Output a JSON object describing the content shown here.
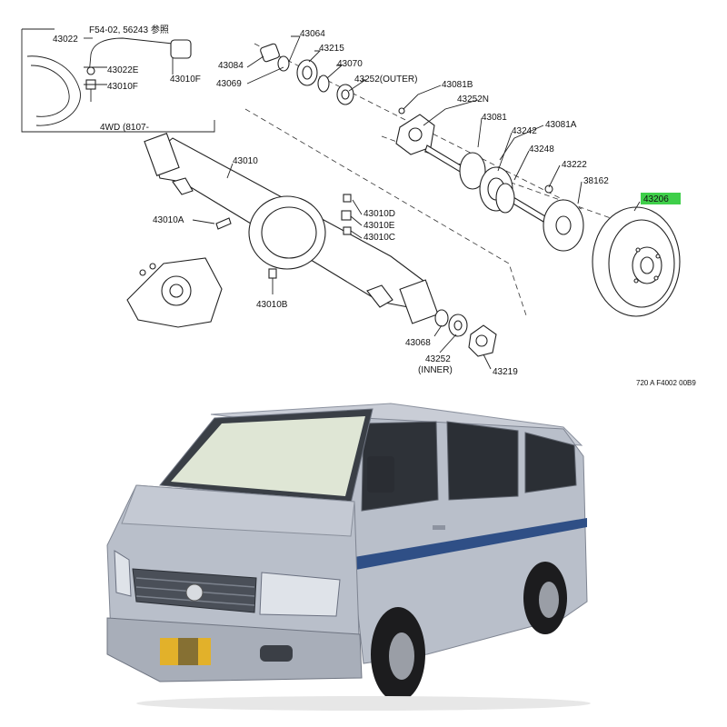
{
  "diagram": {
    "inset": {
      "ref_note": "F54-02, 56243 参照",
      "variant_note": "4WD (8107-",
      "labels": [
        "43022",
        "43022E",
        "43010F",
        "43010F"
      ]
    },
    "labels": {
      "l43064": "43064",
      "l43215": "43215",
      "l43070": "43070",
      "l43084": "43084",
      "l43069": "43069",
      "l43252_outer": "43252(OUTER)",
      "l43081B": "43081B",
      "l43252N": "43252N",
      "l43081": "43081",
      "l43242": "43242",
      "l43081A": "43081A",
      "l43248": "43248",
      "l43222": "43222",
      "l38162": "38162",
      "l43206": "43206",
      "l43010": "43010",
      "l43010D": "43010D",
      "l43010E": "43010E",
      "l43010C": "43010C",
      "l43010A": "43010A",
      "l43010B": "43010B",
      "l43068": "43068",
      "l43252_inner_num": "43252",
      "l43252_inner_txt": "(INNER)",
      "l43219": "43219",
      "figure_code": "720 A F4002 00B9"
    },
    "highlight_color": "#3fcf4a"
  },
  "photo": {
    "body_color": "#b9bfca",
    "stripe_color": "#2f4f86",
    "plate_color": "#e2b12a"
  }
}
